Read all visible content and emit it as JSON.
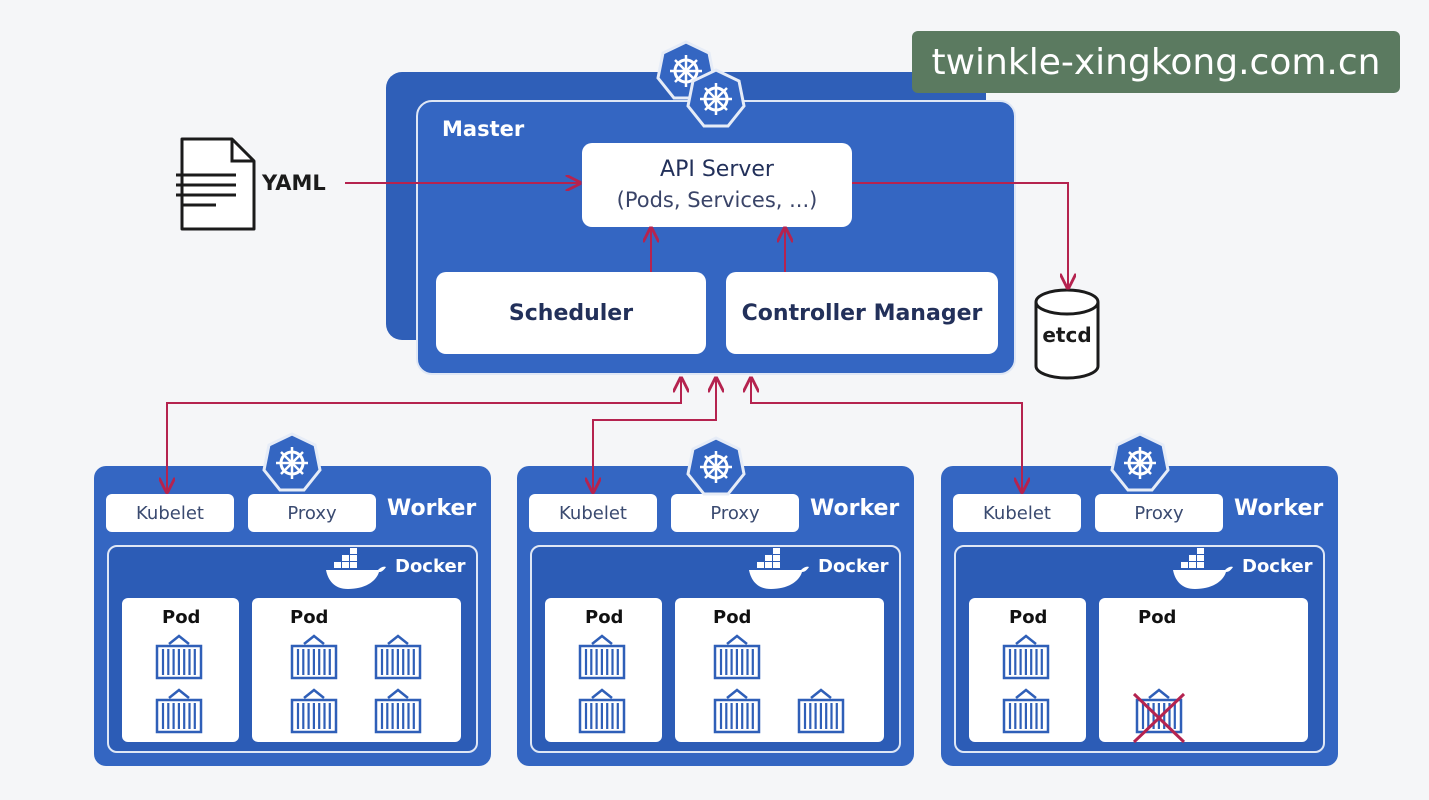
{
  "watermark": "twinkle-xingkong.com.cn",
  "yaml": {
    "label": "YAML"
  },
  "master": {
    "label": "Master",
    "api_server": {
      "title": "API Server",
      "subtitle": "(Pods, Services, ...)"
    },
    "scheduler": "Scheduler",
    "controller_manager": "Controller Manager"
  },
  "etcd": {
    "label": "etcd"
  },
  "workers": [
    {
      "label": "Worker",
      "kubelet": "Kubelet",
      "proxy": "Proxy",
      "docker": "Docker",
      "pods": [
        {
          "label": "Pod",
          "containers": 2,
          "crossed": false
        },
        {
          "label": "Pod",
          "containers": 4,
          "crossed": false
        }
      ]
    },
    {
      "label": "Worker",
      "kubelet": "Kubelet",
      "proxy": "Proxy",
      "docker": "Docker",
      "pods": [
        {
          "label": "Pod",
          "containers": 2,
          "crossed": false
        },
        {
          "label": "Pod",
          "containers": 3,
          "crossed": false
        }
      ]
    },
    {
      "label": "Worker",
      "kubelet": "Kubelet",
      "proxy": "Proxy",
      "docker": "Docker",
      "pods": [
        {
          "label": "Pod",
          "containers": 2,
          "crossed": false
        },
        {
          "label": "Pod",
          "containers": 1,
          "crossed": true
        }
      ]
    }
  ],
  "colors": {
    "panel": "#3466c2",
    "arrow": "#b5234f",
    "box_text": "#22305a",
    "watermark_bg": "#5b7a60"
  },
  "icons": [
    "kubernetes-helm-icon",
    "document-icon",
    "database-icon",
    "docker-whale-icon",
    "container-icon",
    "cross-icon"
  ]
}
